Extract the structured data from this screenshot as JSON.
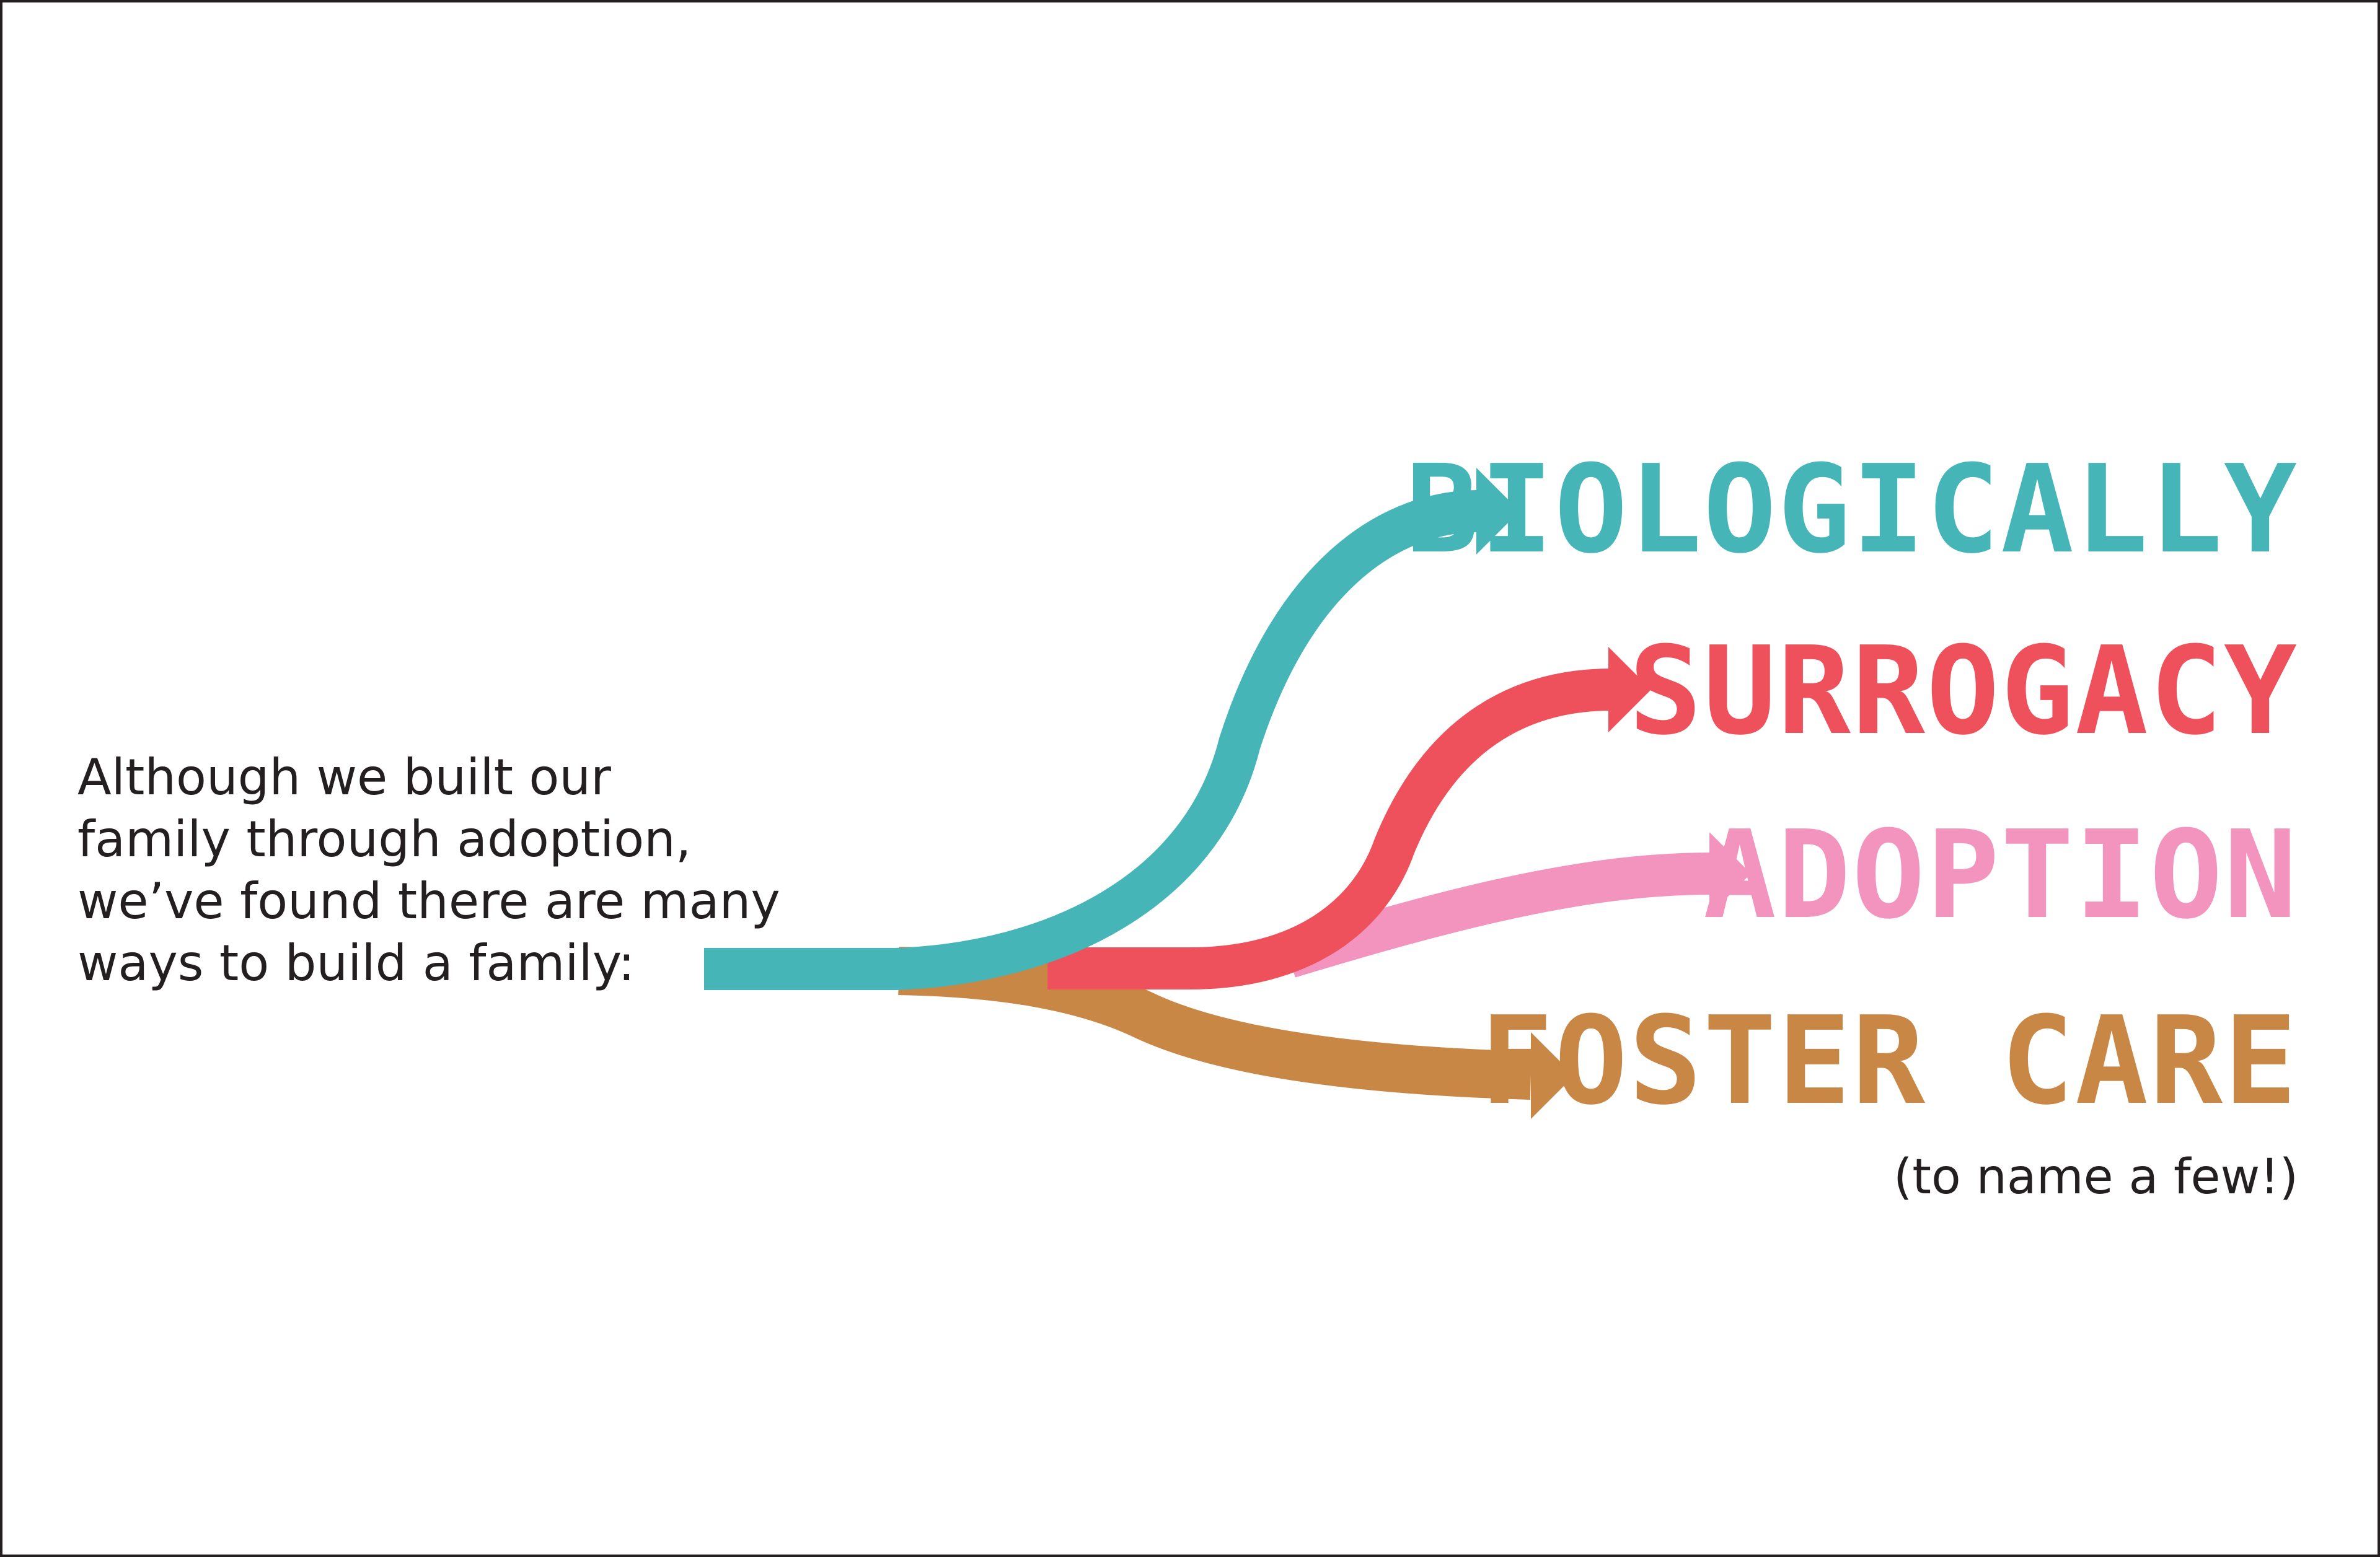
{
  "intro": {
    "lines": [
      "Although we built our",
      "family through adoption,",
      "we’ve found there are many",
      "ways to build a family:"
    ]
  },
  "paths": [
    {
      "label": "BIOLOGICALLY",
      "color": "#46b5b8"
    },
    {
      "label": "SURROGACY",
      "color": "#ee505c"
    },
    {
      "label": "ADOPTION",
      "color": "#f394bf"
    },
    {
      "label": "FOSTER CARE",
      "color": "#c98746"
    }
  ],
  "footnote": "(to name a few!)",
  "text_color": "#231f20"
}
